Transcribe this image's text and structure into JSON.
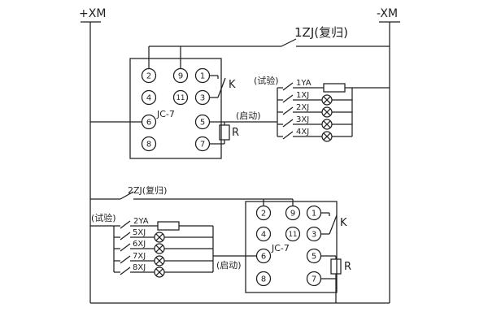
{
  "buses": {
    "positive_label": "+XM",
    "negative_label": "-XM"
  },
  "relay1": {
    "reset_switch_label": "1ZJ(复归)",
    "model_label": "JC-7",
    "terminals": [
      "2",
      "9",
      "1",
      "4",
      "11",
      "3",
      "6",
      "5",
      "8",
      "7"
    ],
    "contact_label": "K",
    "resistor_label": "R",
    "test_group_label": "(试验)",
    "start_group_label": "(启动)",
    "branches": [
      {
        "label": "1YA",
        "symbol": "electromagnet-coil"
      },
      {
        "label": "1XJ",
        "symbol": "signal-lamp"
      },
      {
        "label": "2XJ",
        "symbol": "signal-lamp"
      },
      {
        "label": "3XJ",
        "symbol": "signal-lamp"
      },
      {
        "label": "4XJ",
        "symbol": "signal-lamp"
      }
    ]
  },
  "relay2": {
    "reset_switch_label": "2ZJ(复归)",
    "model_label": "JC-7",
    "terminals": [
      "2",
      "9",
      "1",
      "4",
      "11",
      "3",
      "6",
      "5",
      "8",
      "7"
    ],
    "contact_label": "K",
    "resistor_label": "R",
    "test_group_label": "(试验)",
    "start_group_label": "(启动)",
    "branches": [
      {
        "label": "2YA",
        "symbol": "electromagnet-coil"
      },
      {
        "label": "5XJ",
        "symbol": "signal-lamp"
      },
      {
        "label": "6XJ",
        "symbol": "signal-lamp"
      },
      {
        "label": "7XJ",
        "symbol": "signal-lamp"
      },
      {
        "label": "8XJ",
        "symbol": "signal-lamp"
      }
    ]
  }
}
